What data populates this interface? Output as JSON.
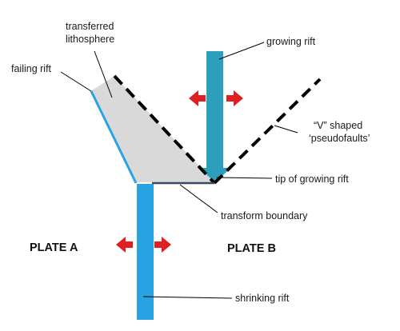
{
  "colors": {
    "shrinking_rift": "#2aa3e3",
    "growing_rift": "#2c9fbd",
    "transferred_lithosphere": "#d9d9d9",
    "failing_rift_edge": "#2aa3e3",
    "arrows": "#e02020",
    "pseudofaults": "#000000",
    "transform_boundary": "#3a4a66",
    "leader_lines": "#000000"
  },
  "labels": {
    "transferred_lithosphere": [
      "transferred",
      "lithosphere"
    ],
    "failing_rift": "failing rift",
    "growing_rift": "growing rift",
    "pseudofaults": [
      "“V” shaped",
      "‘pseudofaults’"
    ],
    "tip_of_growing_rift": "tip of growing rift",
    "transform_boundary": "transform boundary",
    "plate_a": "PLATE A",
    "plate_b": "PLATE B",
    "shrinking_rift": "shrinking rift"
  },
  "icons": {
    "spreading_arrows": "double-headed-arrow-icon"
  }
}
